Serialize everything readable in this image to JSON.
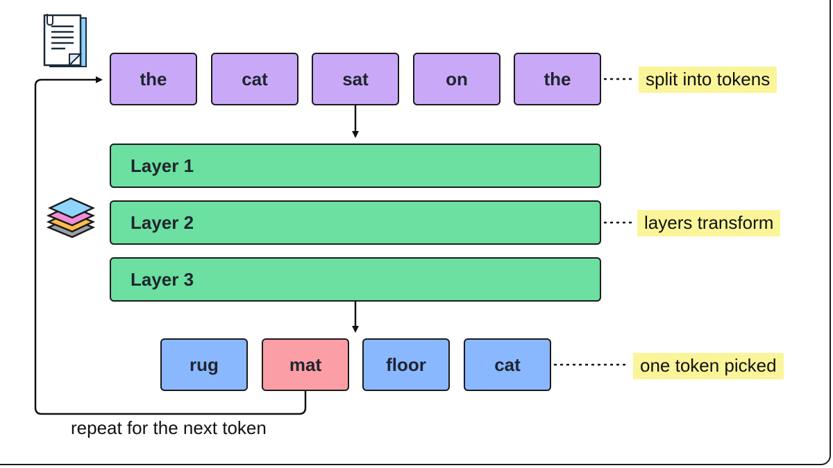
{
  "tokens": [
    "the",
    "cat",
    "sat",
    "on",
    "the"
  ],
  "layers": [
    "Layer 1",
    "Layer 2",
    "Layer 3"
  ],
  "candidates": [
    {
      "label": "rug",
      "picked": false
    },
    {
      "label": "mat",
      "picked": true
    },
    {
      "label": "floor",
      "picked": false
    },
    {
      "label": "cat",
      "picked": false
    }
  ],
  "notes": {
    "split": "split into tokens",
    "layers": "layers transform",
    "pick": "one token picked"
  },
  "caption": "repeat for the next token",
  "icons": [
    "document-icon",
    "layers-stack-icon"
  ],
  "colors": {
    "token": "#c9a9f7",
    "layer": "#6be0a0",
    "candidate": "#8ab8ff",
    "picked": "#fb9ea6",
    "note_bg": "#fbf59a",
    "stroke": "#1a1a1a"
  }
}
